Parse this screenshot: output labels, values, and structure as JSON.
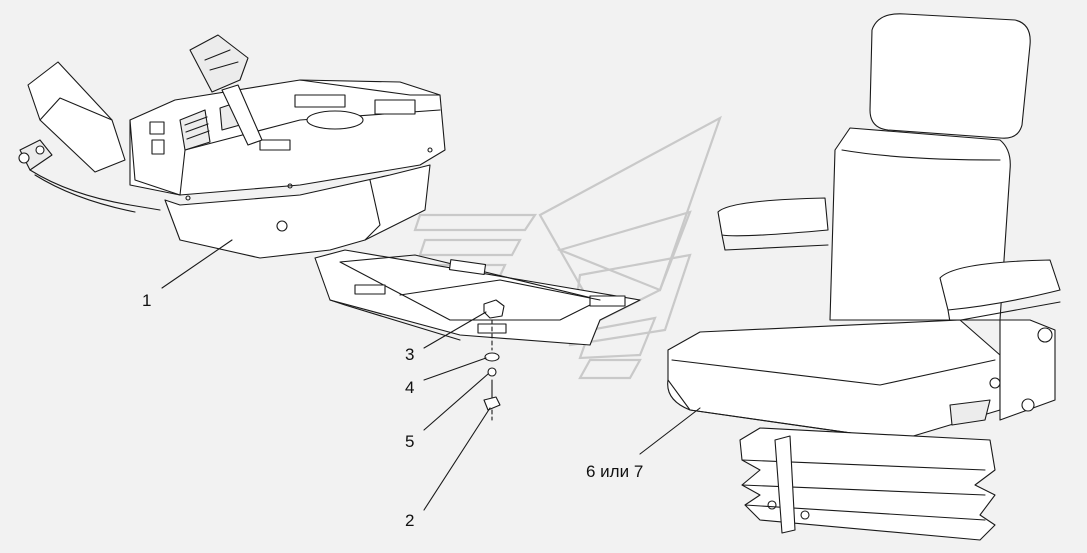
{
  "callouts": {
    "c1": "1",
    "c2": "2",
    "c3": "3",
    "c4": "4",
    "c5": "5",
    "c6": "6 или 7"
  },
  "colors": {
    "background": "#f2f2f2",
    "line": "#1a1a1a",
    "watermark": "#c9c9c9"
  }
}
